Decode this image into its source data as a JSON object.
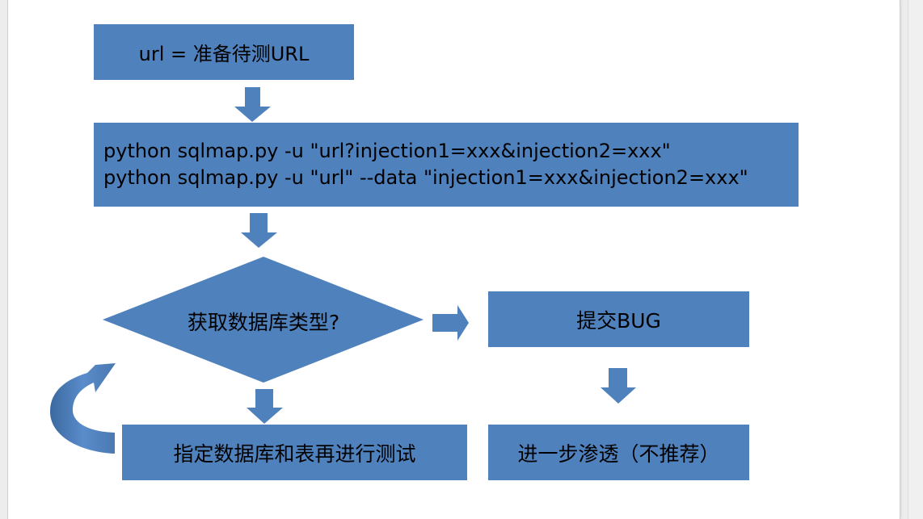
{
  "diagram": {
    "nodes": {
      "url_box": {
        "label": "url = 准备待测URL"
      },
      "command_box": {
        "lines": [
          "python sqlmap.py -u \"url?injection1=xxx&injection2=xxx\"",
          "python sqlmap.py -u \"url\" --data \"injection1=xxx&injection2=xxx\""
        ]
      },
      "decision": {
        "label": "获取数据库类型?"
      },
      "submit_bug": {
        "label": "提交BUG"
      },
      "specify_db": {
        "label": "指定数据库和表再进行测试"
      },
      "further": {
        "label": "进一步渗透（不推荐）"
      }
    },
    "colors": {
      "fill": "#4f81bd",
      "loop_arrow": "#4a78b0",
      "text": "#000000"
    }
  }
}
